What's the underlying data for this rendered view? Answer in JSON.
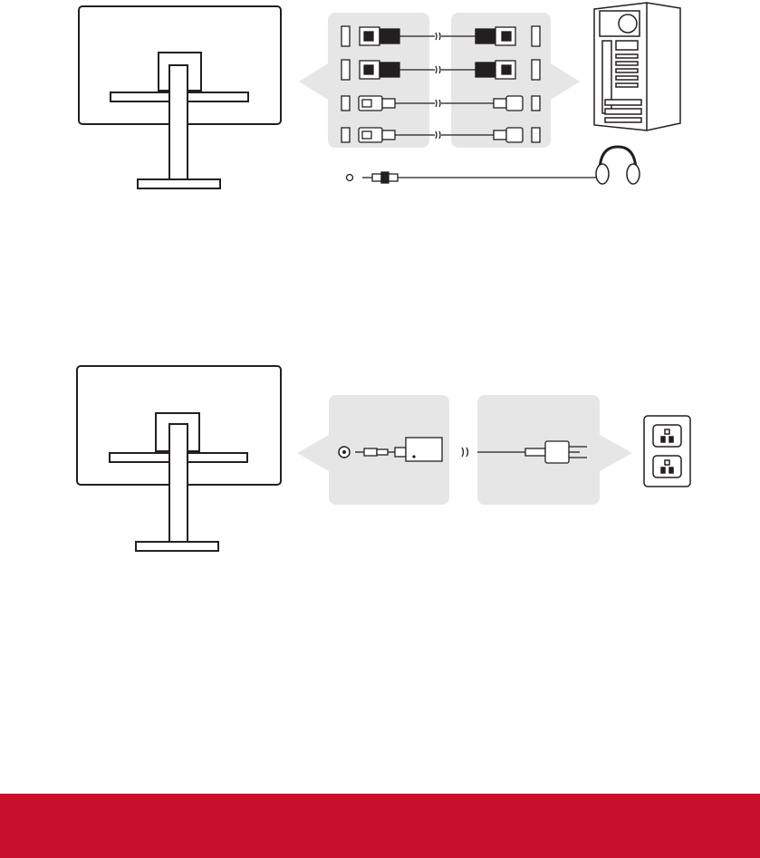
{
  "colors": {
    "footer": "#c8102e",
    "panel": "#e6e6e6",
    "line": "#231f20",
    "port_fill": "#ffffff",
    "background": "#ffffff"
  },
  "diagrams": [
    {
      "id": "video-connection",
      "parts": [
        "monitor-rear",
        "displayport-cables",
        "hdmi-cables",
        "computer-tower",
        "audio-cable",
        "headphones"
      ]
    },
    {
      "id": "power-connection",
      "parts": [
        "monitor-rear",
        "power-adapter",
        "power-plug",
        "wall-outlet"
      ]
    }
  ],
  "icons": [
    "monitor-rear-icon",
    "displayport-plug-icon",
    "hdmi-plug-icon",
    "computer-tower-icon",
    "headphones-icon",
    "audio-jack-icon",
    "power-adapter-icon",
    "power-plug-icon",
    "wall-outlet-icon",
    "direction-arrow-icon"
  ]
}
